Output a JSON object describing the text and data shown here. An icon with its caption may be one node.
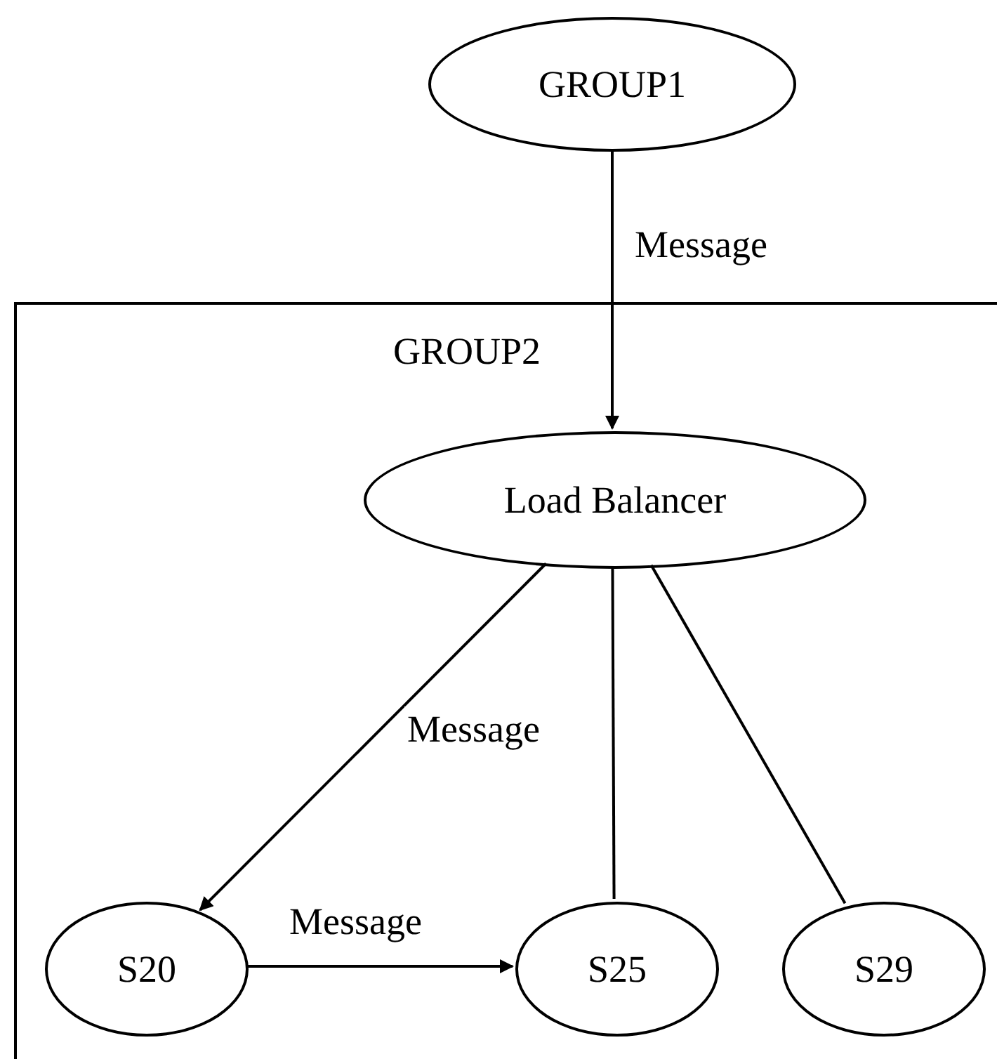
{
  "diagram": {
    "nodes": [
      {
        "text": [
          "GROUP1"
        ]
      },
      {
        "text": [
          "GROUP2"
        ]
      },
      {
        "text": [
          "Load Balancer"
        ],
        "in": 1
      },
      {
        "text": [
          "S20"
        ],
        "in": 1
      },
      {
        "text": [
          "S25"
        ],
        "in": 1
      },
      {
        "text": [
          "S29"
        ],
        "in": 1
      }
    ],
    "edges": [
      {
        "from": 0,
        "to": 2,
        "arrow": "to",
        "label": "Message"
      },
      {
        "from": 2,
        "to": 3,
        "arrow": "to",
        "label": "Message"
      },
      {
        "from": 2,
        "to": 4,
        "arrow": "none"
      },
      {
        "from": 2,
        "to": 5,
        "arrow": "none"
      },
      {
        "from": 3,
        "to": 4,
        "arrow": "to",
        "label": "Message"
      }
    ]
  }
}
